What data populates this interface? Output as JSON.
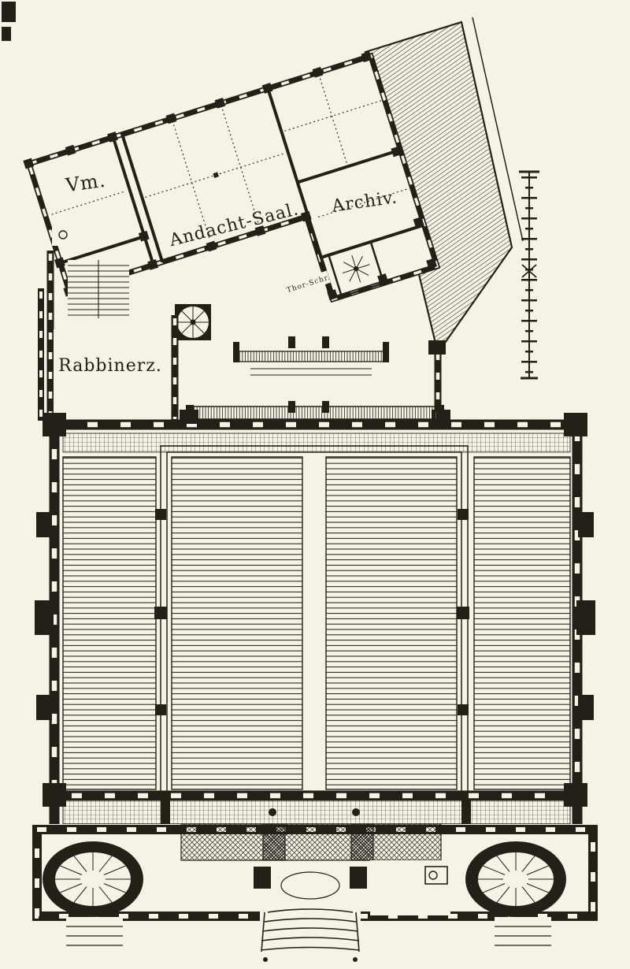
{
  "plan": {
    "background_color": "#f6f2e6",
    "ink_color": "#241f17",
    "rooms": {
      "vm": {
        "label": "Vm."
      },
      "andacht_saal": {
        "label": "Andacht-Saal."
      },
      "archiv": {
        "label": "Archiv."
      },
      "rabbinerz": {
        "label": "Rabbinerz."
      },
      "thora_schrein": {
        "label": "Thor-Schr."
      }
    }
  }
}
